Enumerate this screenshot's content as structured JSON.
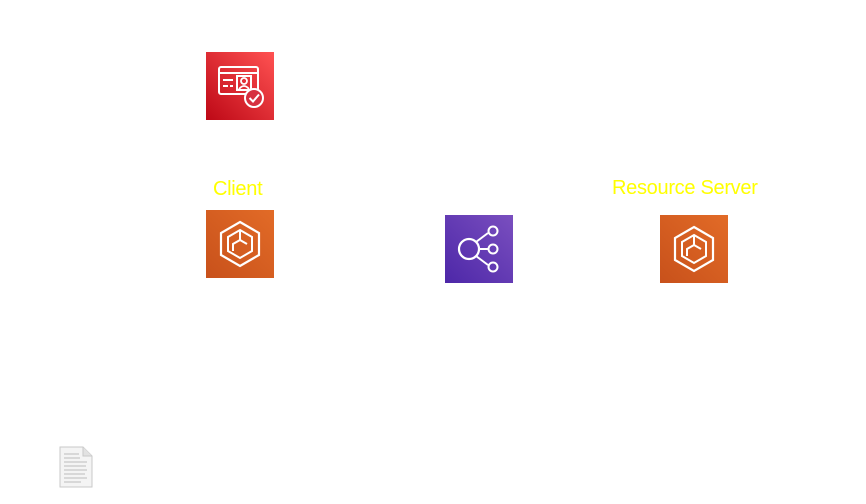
{
  "diagram": {
    "nodes": [
      {
        "id": "cert",
        "icon": "certificate-manager-icon",
        "color": "#dd344c",
        "label": ""
      },
      {
        "id": "client",
        "icon": "ecs-container-icon",
        "color": "#d45b07",
        "label": "Client"
      },
      {
        "id": "lb",
        "icon": "load-balancer-icon",
        "color": "#6b3fa0",
        "label": ""
      },
      {
        "id": "resource-server",
        "icon": "ecs-container-icon",
        "color": "#d45b07",
        "label": "Resource Server"
      }
    ],
    "labels": {
      "client": "Client",
      "resource_server": "Resource Server"
    },
    "colors": {
      "label_text": "#ffff00",
      "security_red": "#dd344c",
      "compute_orange": "#d45b07",
      "network_purple": "#6b3fa0"
    },
    "document_icon": "document-icon"
  }
}
